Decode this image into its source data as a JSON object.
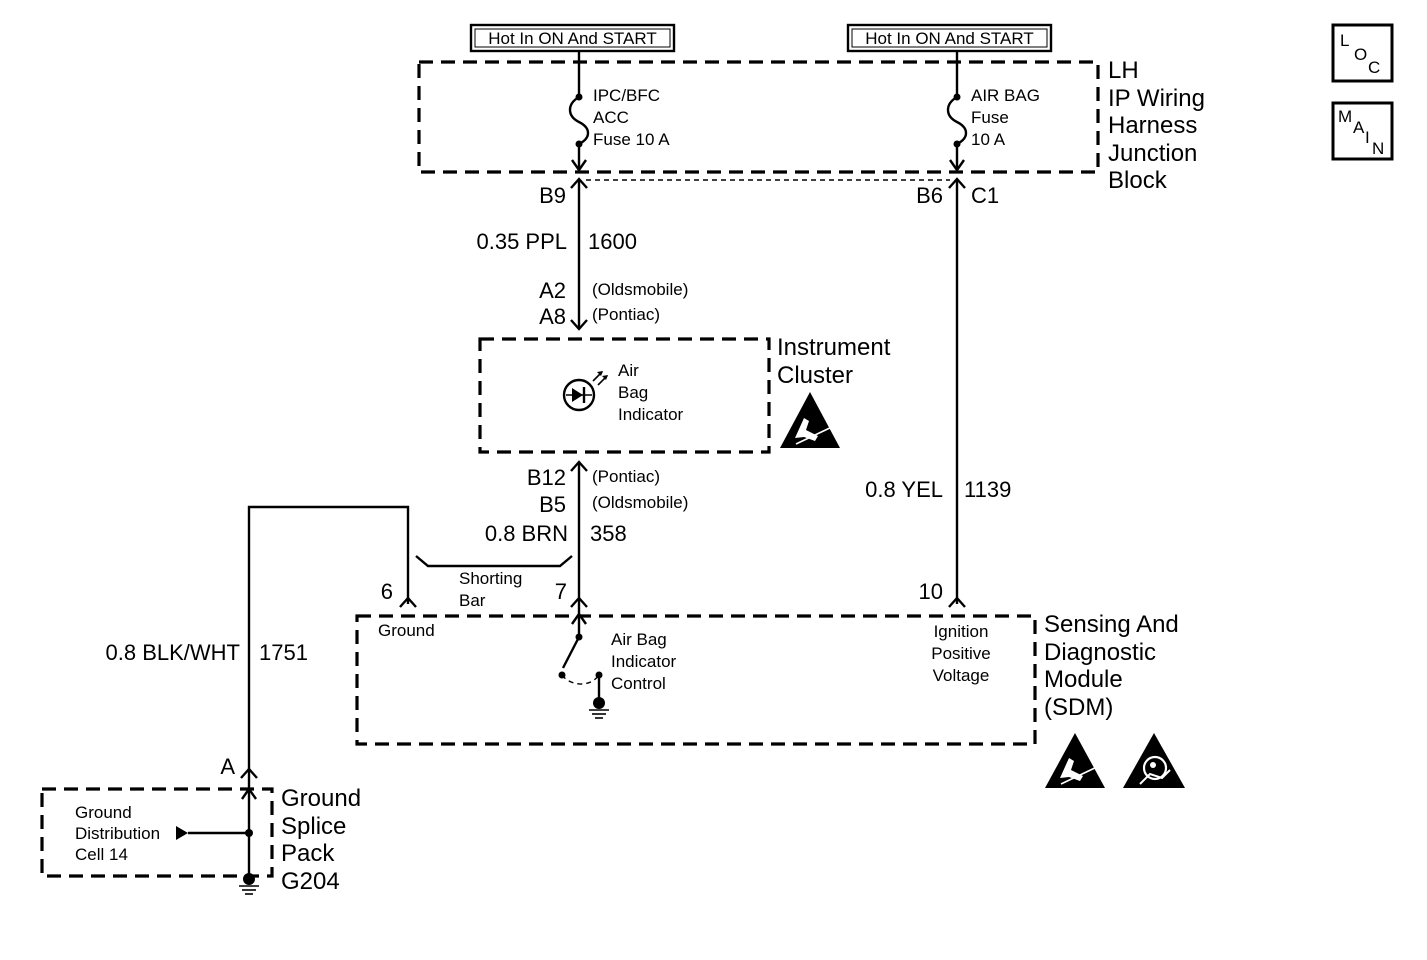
{
  "power_labels": {
    "left": "Hot In ON And START",
    "right": "Hot In ON And START"
  },
  "junction_block": {
    "name_lines": [
      "LH",
      "IP Wiring",
      "Harness",
      "Junction",
      "Block"
    ],
    "fuse_left": [
      "IPC/BFC",
      "ACC",
      "Fuse 10 A"
    ],
    "fuse_right": [
      "AIR BAG",
      "Fuse",
      "10 A"
    ],
    "pin_b9": "B9",
    "pin_b6": "B6",
    "pin_c1": "C1"
  },
  "wire_1600": {
    "gauge_color": "0.35 PPL",
    "circuit": "1600"
  },
  "cluster_connector": {
    "pin_a2": "A2",
    "pin_a2_note": "(Oldsmobile)",
    "pin_a8": "A8",
    "pin_a8_note": "(Pontiac)"
  },
  "instrument_cluster": {
    "name_lines": [
      "Instrument",
      "Cluster"
    ],
    "indicator_lines": [
      "Air",
      "Bag",
      "Indicator"
    ]
  },
  "cluster_out_connector": {
    "pin_b12": "B12",
    "pin_b12_note": "(Pontiac)",
    "pin_b5": "B5",
    "pin_b5_note": "(Oldsmobile)"
  },
  "wire_358": {
    "gauge_color": "0.8 BRN",
    "circuit": "358"
  },
  "wire_1139": {
    "gauge_color": "0.8 YEL",
    "circuit": "1139"
  },
  "wire_1751": {
    "gauge_color": "0.8 BLK/WHT",
    "circuit": "1751"
  },
  "shorting_bar": [
    "Shorting",
    "Bar"
  ],
  "sdm": {
    "name_lines": [
      "Sensing And",
      "Diagnostic",
      "Module",
      "(SDM)"
    ],
    "pin_6": "6",
    "pin_7": "7",
    "pin_10": "10",
    "ground_label": "Ground",
    "control_lines": [
      "Air Bag",
      "Indicator",
      "Control"
    ],
    "ignition_lines": [
      "Ignition",
      "Positive",
      "Voltage"
    ]
  },
  "ground_splice": {
    "pin_a": "A",
    "name_lines": [
      "Ground",
      "Splice",
      "Pack",
      "G204"
    ],
    "dist_lines": [
      "Ground",
      "Distribution",
      "Cell 14"
    ]
  },
  "nav": {
    "loc": [
      "L",
      "O",
      "C"
    ],
    "main": [
      "M",
      "A",
      "I",
      "N"
    ]
  }
}
